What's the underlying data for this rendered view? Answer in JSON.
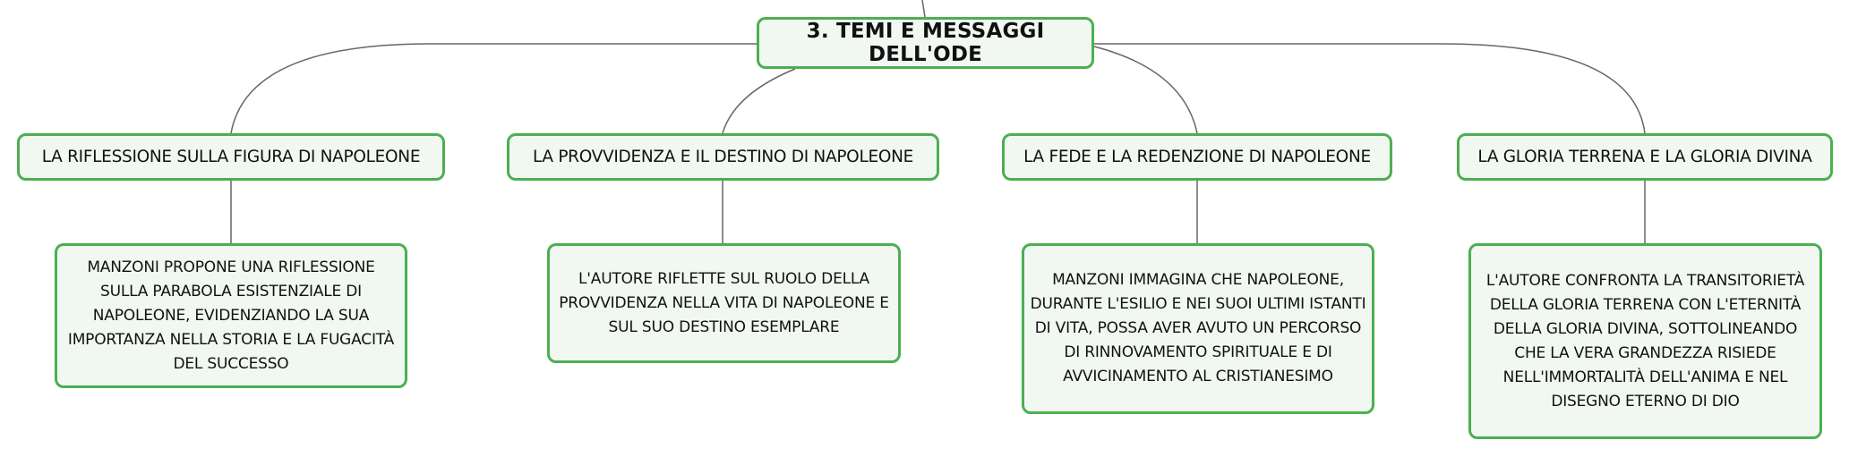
{
  "root": {
    "label": "3. TEMI E MESSAGGI DELL'ODE"
  },
  "branches": [
    {
      "label": "LA RIFLESSIONE SULLA FIGURA DI NAPOLEONE",
      "detail": "MANZONI PROPONE UNA RIFLESSIONE SULLA PARABOLA ESISTENZIALE DI NAPOLEONE, EVIDENZIANDO LA SUA IMPORTANZA NELLA STORIA E LA FUGACITÀ DEL SUCCESSO"
    },
    {
      "label": "LA PROVVIDENZA E IL DESTINO DI NAPOLEONE",
      "detail": "L'AUTORE RIFLETTE SUL RUOLO DELLA PROVVIDENZA NELLA VITA DI NAPOLEONE E SUL SUO DESTINO ESEMPLARE"
    },
    {
      "label": "LA FEDE E LA REDENZIONE DI NAPOLEONE",
      "detail": "MANZONI IMMAGINA CHE NAPOLEONE, DURANTE L'ESILIO E NEI SUOI ULTIMI ISTANTI DI VITA, POSSA AVER AVUTO UN PERCORSO DI RINNOVAMENTO SPIRITUALE E DI AVVICINAMENTO AL CRISTIANESIMO"
    },
    {
      "label": "LA GLORIA TERRENA E LA GLORIA DIVINA",
      "detail": "L'AUTORE CONFRONTA LA TRANSITORIETÀ DELLA GLORIA TERRENA CON L'ETERNITÀ DELLA GLORIA DIVINA, SOTTOLINEANDO CHE LA VERA GRANDEZZA RISIEDE NELL'IMMORTALITÀ DELL'ANIMA E NEL DISEGNO ETERNO DI DIO"
    }
  ],
  "colors": {
    "node_border": "#4caf50",
    "node_fill": "#f1f8f2",
    "connector": "#666666"
  }
}
